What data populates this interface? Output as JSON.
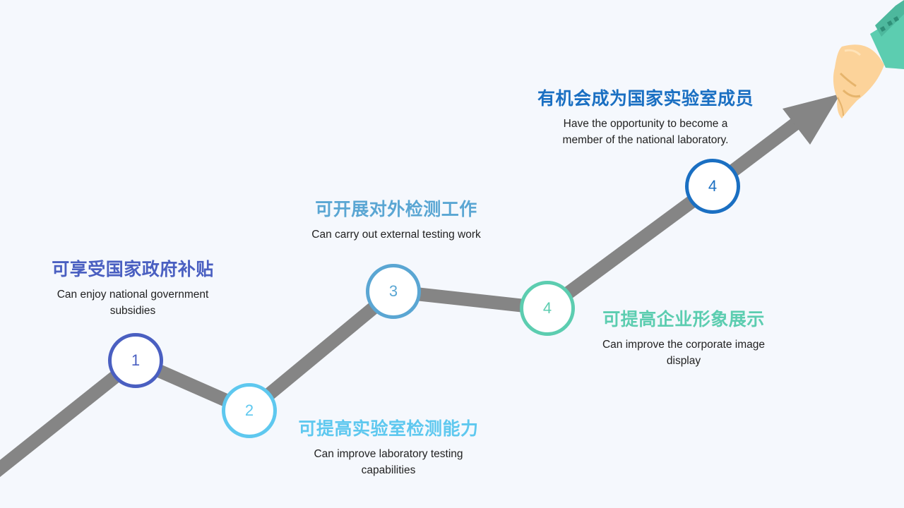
{
  "colors": {
    "background": "#f5f8fd",
    "path": "#858585",
    "step1": "#4a5fc1",
    "step2": "#5ec8ef",
    "step3": "#5aa6d3",
    "step4": "#5ccdb0",
    "step5": "#1a6fc2",
    "sleeve": "#5ccdb0",
    "skin": "#fcd39a"
  },
  "steps": [
    {
      "number": "1",
      "title": "可享受国家政府补贴",
      "desc": [
        "Can enjoy national government",
        "subsidies"
      ]
    },
    {
      "number": "2",
      "title": "可提高实验室检测能力",
      "desc": [
        "Can improve laboratory testing",
        "capabilities"
      ]
    },
    {
      "number": "3",
      "title": "可开展对外检测工作",
      "desc": [
        "Can carry out external testing work"
      ]
    },
    {
      "number": "4",
      "title": "可提高企业形象展示",
      "desc": [
        "Can improve  the corporate image",
        "display"
      ]
    },
    {
      "number": "4",
      "title": "有机会成为国家实验室成员",
      "desc": [
        "Have the opportunity to become a",
        "member of the national laboratory."
      ]
    }
  ]
}
